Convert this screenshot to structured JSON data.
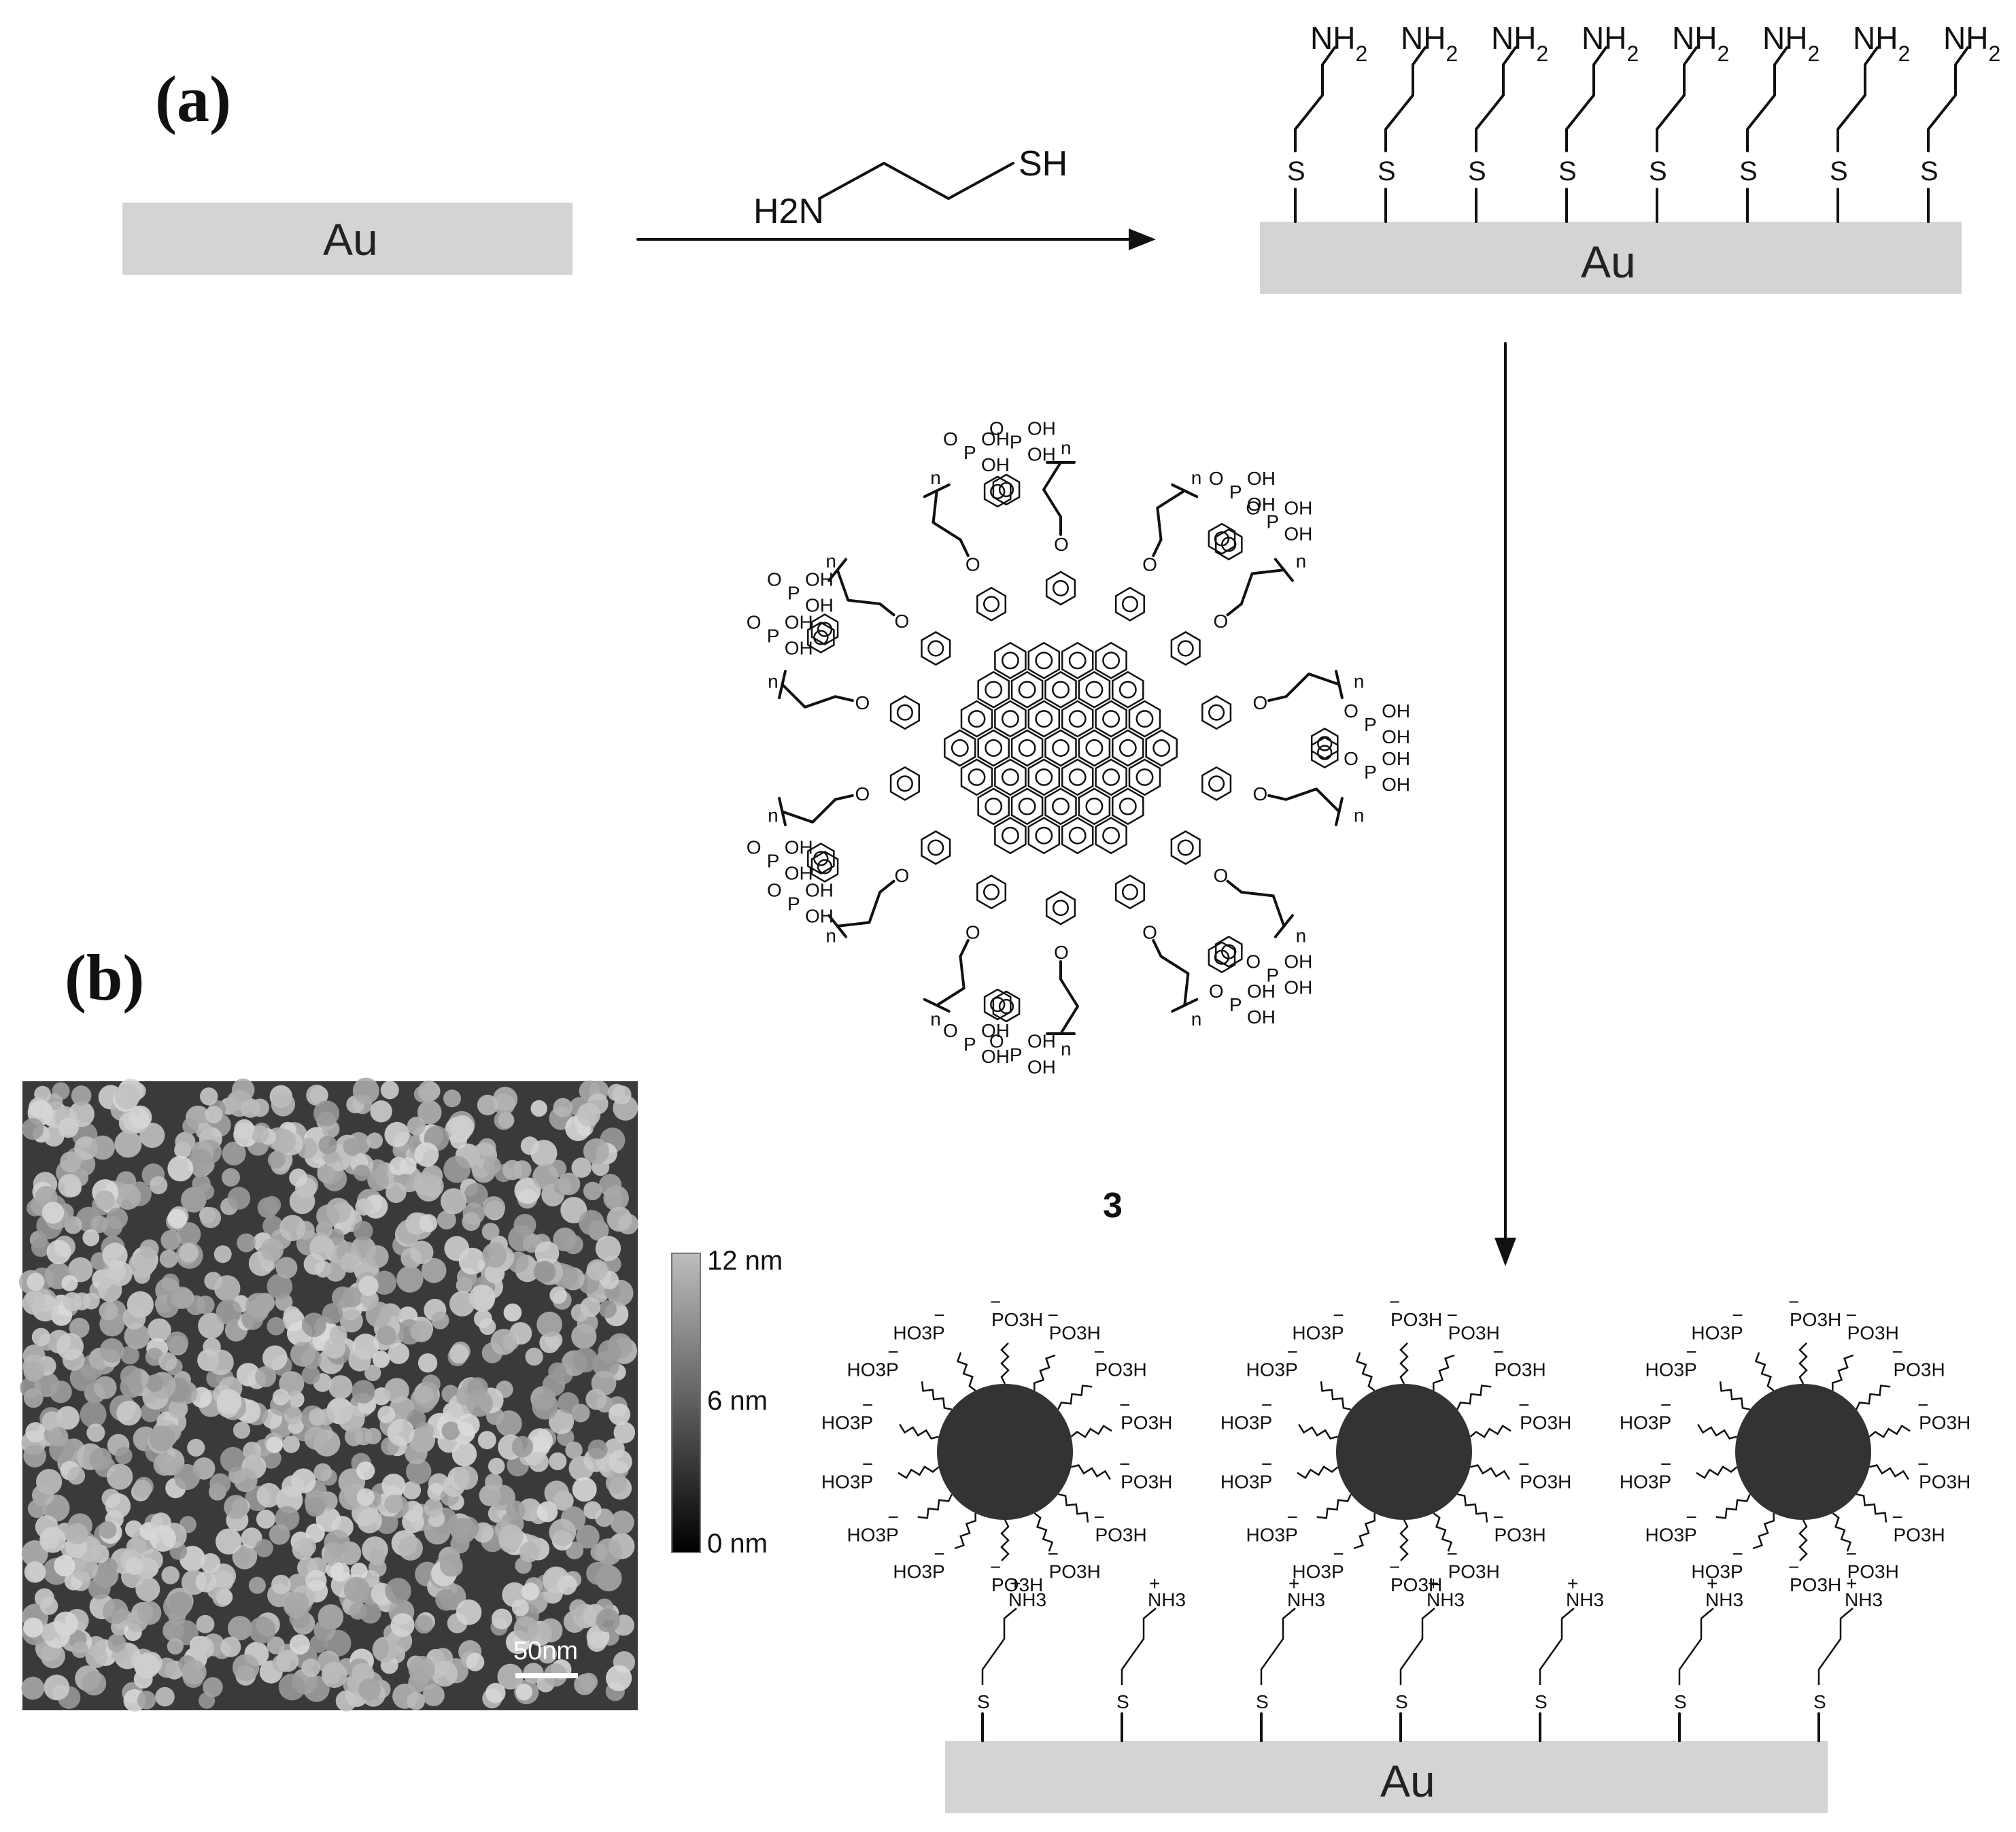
{
  "panels": {
    "a": "(a)",
    "b": "(b)"
  },
  "substrate_label": "Au",
  "reagent": {
    "left": "H2N",
    "right": "SH"
  },
  "sam_terminus": "NH2",
  "sam_thiol": "S",
  "compound_number": "3",
  "dendrimer_labels": {
    "acid": "OH",
    "oxo": "O",
    "phosphorus": "P",
    "repeat": "n",
    "ester_o": "O"
  },
  "np_labels": {
    "acid_group": "HO3P",
    "acid_group_right": "PO3H",
    "charge_minus": "−",
    "ammonium": "NH3",
    "charge_plus": "+"
  },
  "afm": {
    "scale_bar": "50nm",
    "colorbar": {
      "max": "12 nm",
      "mid": "6 nm",
      "min": "0 nm"
    }
  },
  "colors": {
    "gold_substrate": "#d4d4d4",
    "nanoparticle": "#333333",
    "afm_bg": "#3a3a3a"
  }
}
